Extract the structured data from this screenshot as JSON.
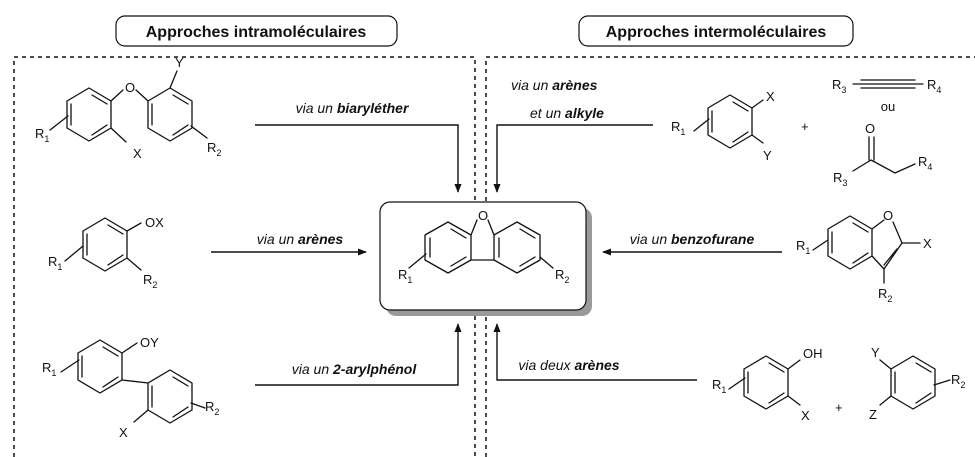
{
  "headers": {
    "intra": "Approches intramoléculaires",
    "inter": "Approches intermoléculaires"
  },
  "arrows": {
    "biarylether": {
      "prefix": "via un ",
      "bold": "biaryléther",
      "suffix": ""
    },
    "arenes": {
      "prefix": "via un ",
      "bold": "arènes",
      "suffix": ""
    },
    "arylphenol": {
      "prefix": "via un ",
      "bold": "2-arylphénol",
      "suffix": ""
    },
    "arene_alkyle_1": {
      "prefix": "via un ",
      "bold": "arènes",
      "suffix": ""
    },
    "arene_alkyle_2": {
      "prefix": "et un ",
      "bold": "alkyle",
      "suffix": ""
    },
    "benzofurane": {
      "prefix": "via un ",
      "bold": "benzofurane",
      "suffix": ""
    },
    "deux_arenes": {
      "prefix": "via deux ",
      "bold": "arènes",
      "suffix": ""
    }
  },
  "atoms": {
    "O": "O",
    "OX": "OX",
    "OY": "OY",
    "OH": "OH",
    "X": "X",
    "Y": "Y",
    "Z": "Z",
    "R": "R",
    "plus": "+",
    "ou": "ou",
    "n1": "1",
    "n2": "2",
    "n3": "3",
    "n4": "4"
  },
  "colors": {
    "line": "#111111",
    "shadow": "#9a9a9a",
    "background": "#ffffff"
  }
}
